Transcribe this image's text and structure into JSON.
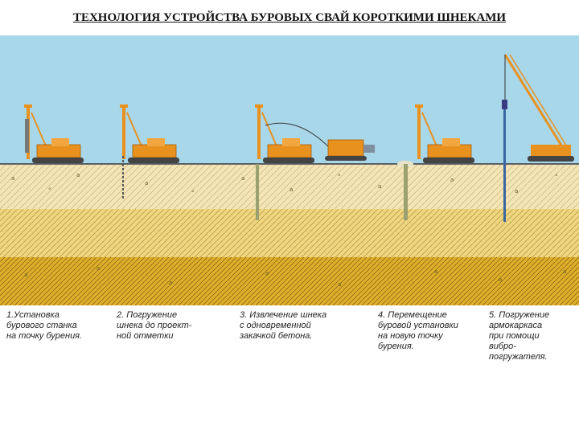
{
  "title": "ТЕХНОЛОГИЯ УСТРОЙСТВА БУРОВЫХ СВАЙ КОРОТКИМИ ШНЕКАМИ",
  "steps": [
    {
      "text": "1.Установка\nбурового станка\nна точку бурения."
    },
    {
      "text": "2. Погружение\nшнека до проект-\nной отметки"
    },
    {
      "text": "3. Извлечение шнека\nс одновременной\nзакачкой бетона."
    },
    {
      "text": "4. Перемещение\nбуровой установки\nна новую точку\nбурения."
    },
    {
      "text": "5. Погружение\nармокаркаса\nпри помощи\nвибро-\nпогружателя."
    }
  ],
  "colors": {
    "sky": "#a9d7ea",
    "soil_top": "#f3e5b8",
    "soil_mid": "#f0d680",
    "soil_bottom": "#e0b02c",
    "machine": "#e8911e",
    "track": "#444444",
    "pile": "#9aa070"
  }
}
